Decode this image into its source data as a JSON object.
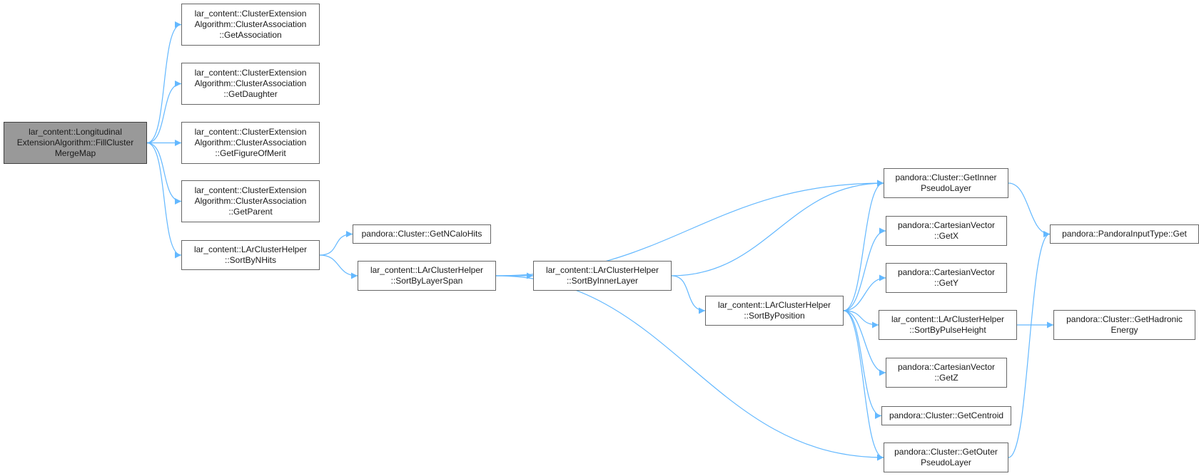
{
  "colors": {
    "edge": "#63b8ff",
    "node_border": "#666666",
    "root_fill": "#999999",
    "node_fill": "#ffffff"
  },
  "nodes": {
    "fill_cluster_merge_map": [
      "lar_content::Longitudinal",
      "ExtensionAlgorithm::FillCluster",
      "MergeMap"
    ],
    "get_association": [
      "lar_content::ClusterExtension",
      "Algorithm::ClusterAssociation",
      "::GetAssociation"
    ],
    "get_daughter": [
      "lar_content::ClusterExtension",
      "Algorithm::ClusterAssociation",
      "::GetDaughter"
    ],
    "get_figure_of_merit": [
      "lar_content::ClusterExtension",
      "Algorithm::ClusterAssociation",
      "::GetFigureOfMerit"
    ],
    "get_parent": [
      "lar_content::ClusterExtension",
      "Algorithm::ClusterAssociation",
      "::GetParent"
    ],
    "sort_by_n_hits": [
      "lar_content::LArClusterHelper",
      "::SortByNHits"
    ],
    "get_n_calo_hits": [
      "pandora::Cluster::GetNCaloHits"
    ],
    "sort_by_layer_span": [
      "lar_content::LArClusterHelper",
      "::SortByLayerSpan"
    ],
    "sort_by_inner_layer": [
      "lar_content::LArClusterHelper",
      "::SortByInnerLayer"
    ],
    "sort_by_position": [
      "lar_content::LArClusterHelper",
      "::SortByPosition"
    ],
    "get_inner_pseudo_layer": [
      "pandora::Cluster::GetInner",
      "PseudoLayer"
    ],
    "get_x": [
      "pandora::CartesianVector",
      "::GetX"
    ],
    "get_y": [
      "pandora::CartesianVector",
      "::GetY"
    ],
    "sort_by_pulse_height": [
      "lar_content::LArClusterHelper",
      "::SortByPulseHeight"
    ],
    "get_z": [
      "pandora::CartesianVector",
      "::GetZ"
    ],
    "get_centroid": [
      "pandora::Cluster::GetCentroid"
    ],
    "get_outer_pseudo_layer": [
      "pandora::Cluster::GetOuter",
      "PseudoLayer"
    ],
    "pandora_input_type_get": [
      "pandora::PandoraInputType::Get"
    ],
    "get_hadronic_energy": [
      "pandora::Cluster::GetHadronic",
      "Energy"
    ]
  },
  "edges": [
    [
      "fill_cluster_merge_map",
      "get_association"
    ],
    [
      "fill_cluster_merge_map",
      "get_daughter"
    ],
    [
      "fill_cluster_merge_map",
      "get_figure_of_merit"
    ],
    [
      "fill_cluster_merge_map",
      "get_parent"
    ],
    [
      "fill_cluster_merge_map",
      "sort_by_n_hits"
    ],
    [
      "sort_by_n_hits",
      "get_n_calo_hits"
    ],
    [
      "sort_by_n_hits",
      "sort_by_layer_span"
    ],
    [
      "sort_by_layer_span",
      "get_inner_pseudo_layer"
    ],
    [
      "sort_by_layer_span",
      "sort_by_inner_layer"
    ],
    [
      "sort_by_layer_span",
      "get_outer_pseudo_layer"
    ],
    [
      "sort_by_inner_layer",
      "get_inner_pseudo_layer"
    ],
    [
      "sort_by_inner_layer",
      "sort_by_position"
    ],
    [
      "sort_by_position",
      "get_inner_pseudo_layer"
    ],
    [
      "sort_by_position",
      "get_x"
    ],
    [
      "sort_by_position",
      "get_y"
    ],
    [
      "sort_by_position",
      "sort_by_pulse_height"
    ],
    [
      "sort_by_position",
      "get_z"
    ],
    [
      "sort_by_position",
      "get_centroid"
    ],
    [
      "sort_by_position",
      "get_outer_pseudo_layer"
    ],
    [
      "get_inner_pseudo_layer",
      "pandora_input_type_get"
    ],
    [
      "sort_by_pulse_height",
      "get_hadronic_energy"
    ],
    [
      "get_outer_pseudo_layer",
      "pandora_input_type_get"
    ]
  ]
}
